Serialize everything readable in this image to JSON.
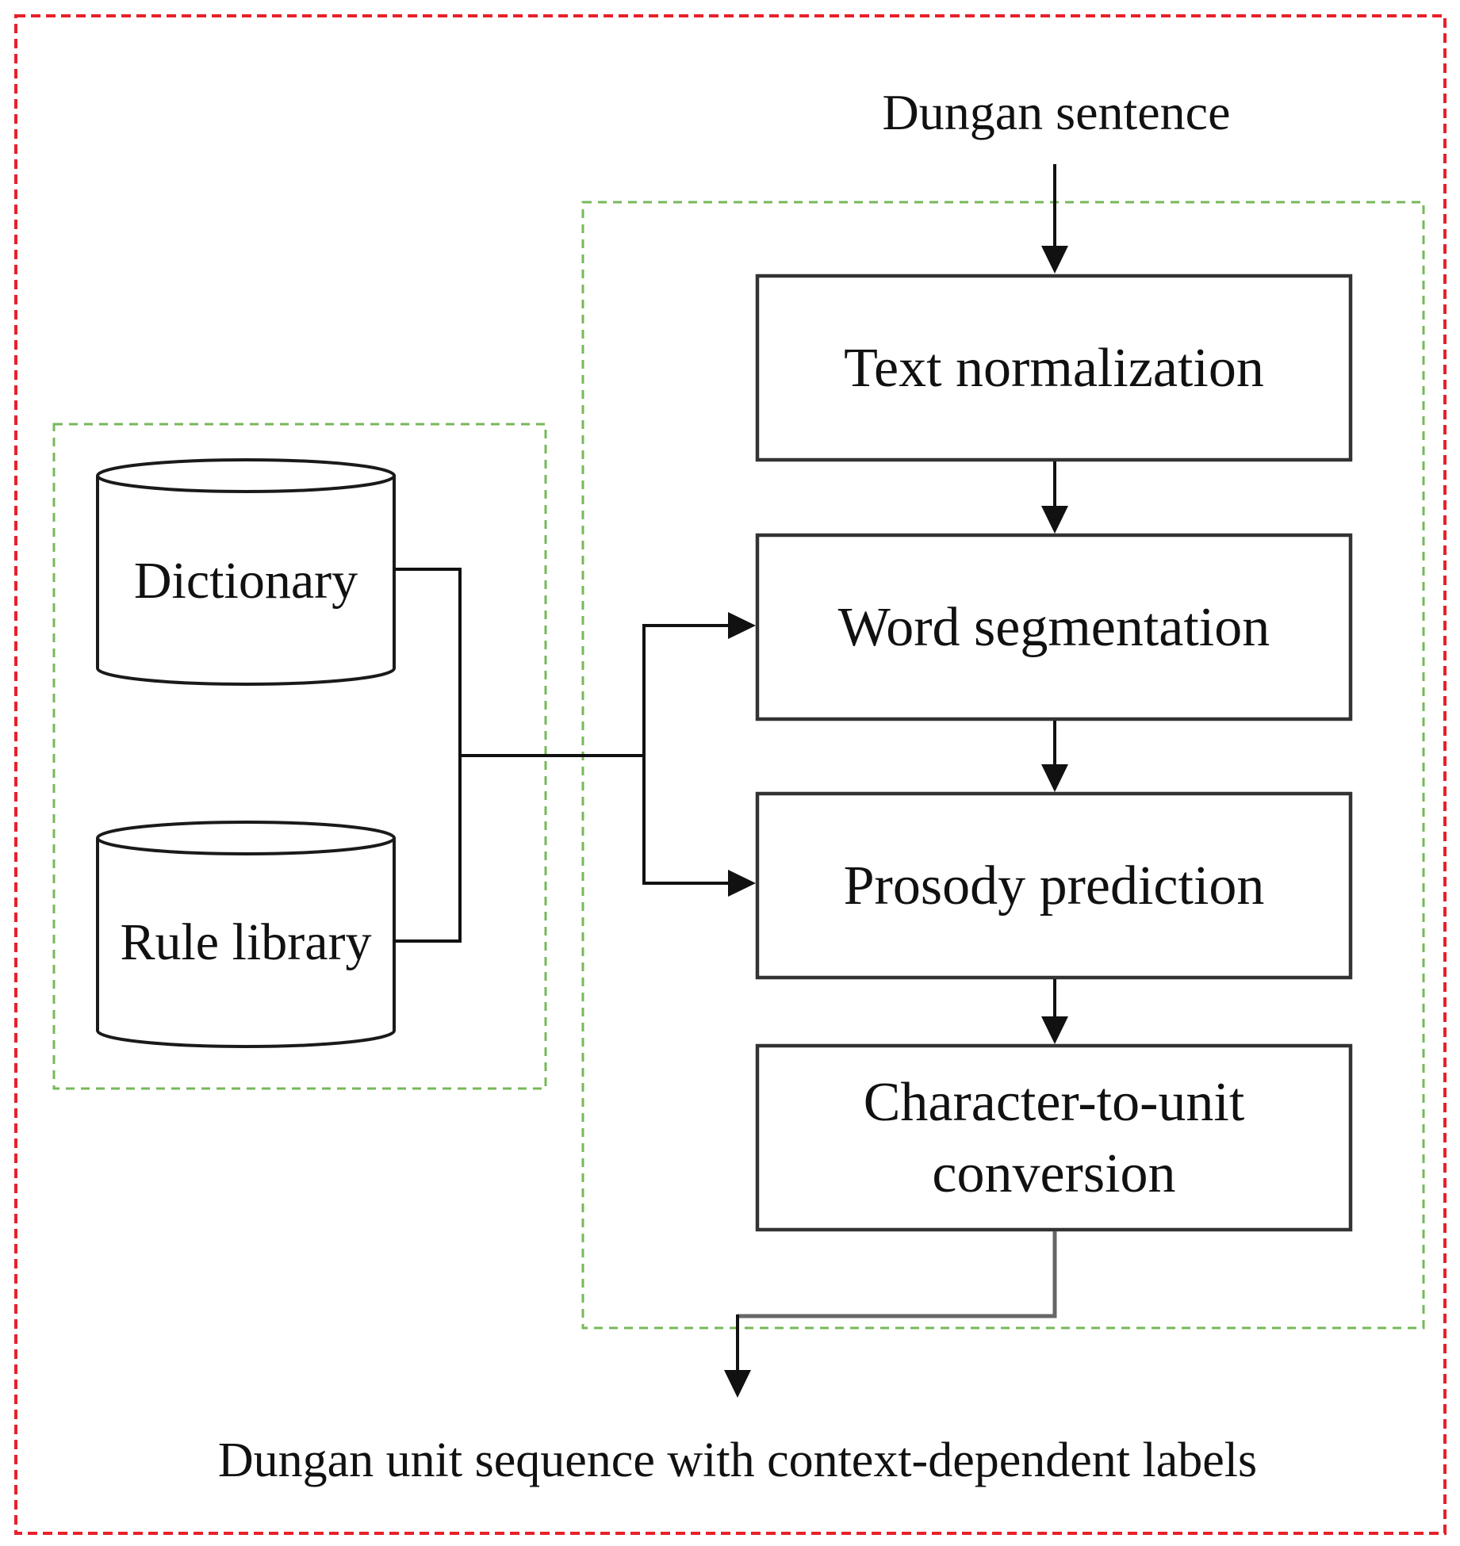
{
  "input_label": "Dungan sentence",
  "output_label": "Dungan unit sequence with context-dependent labels",
  "databases": [
    {
      "label": "Dictionary"
    },
    {
      "label": "Rule library"
    }
  ],
  "steps": [
    {
      "line1": "Text normalization",
      "line2": ""
    },
    {
      "line1": "Word segmentation",
      "line2": ""
    },
    {
      "line1": "Prosody prediction",
      "line2": ""
    },
    {
      "line1": "Character-to-unit",
      "line2": "conversion"
    }
  ],
  "colors": {
    "outer_frame": "#e8202a",
    "group_frame": "#77b85a",
    "box_border": "#333333",
    "connector": "#111111"
  }
}
